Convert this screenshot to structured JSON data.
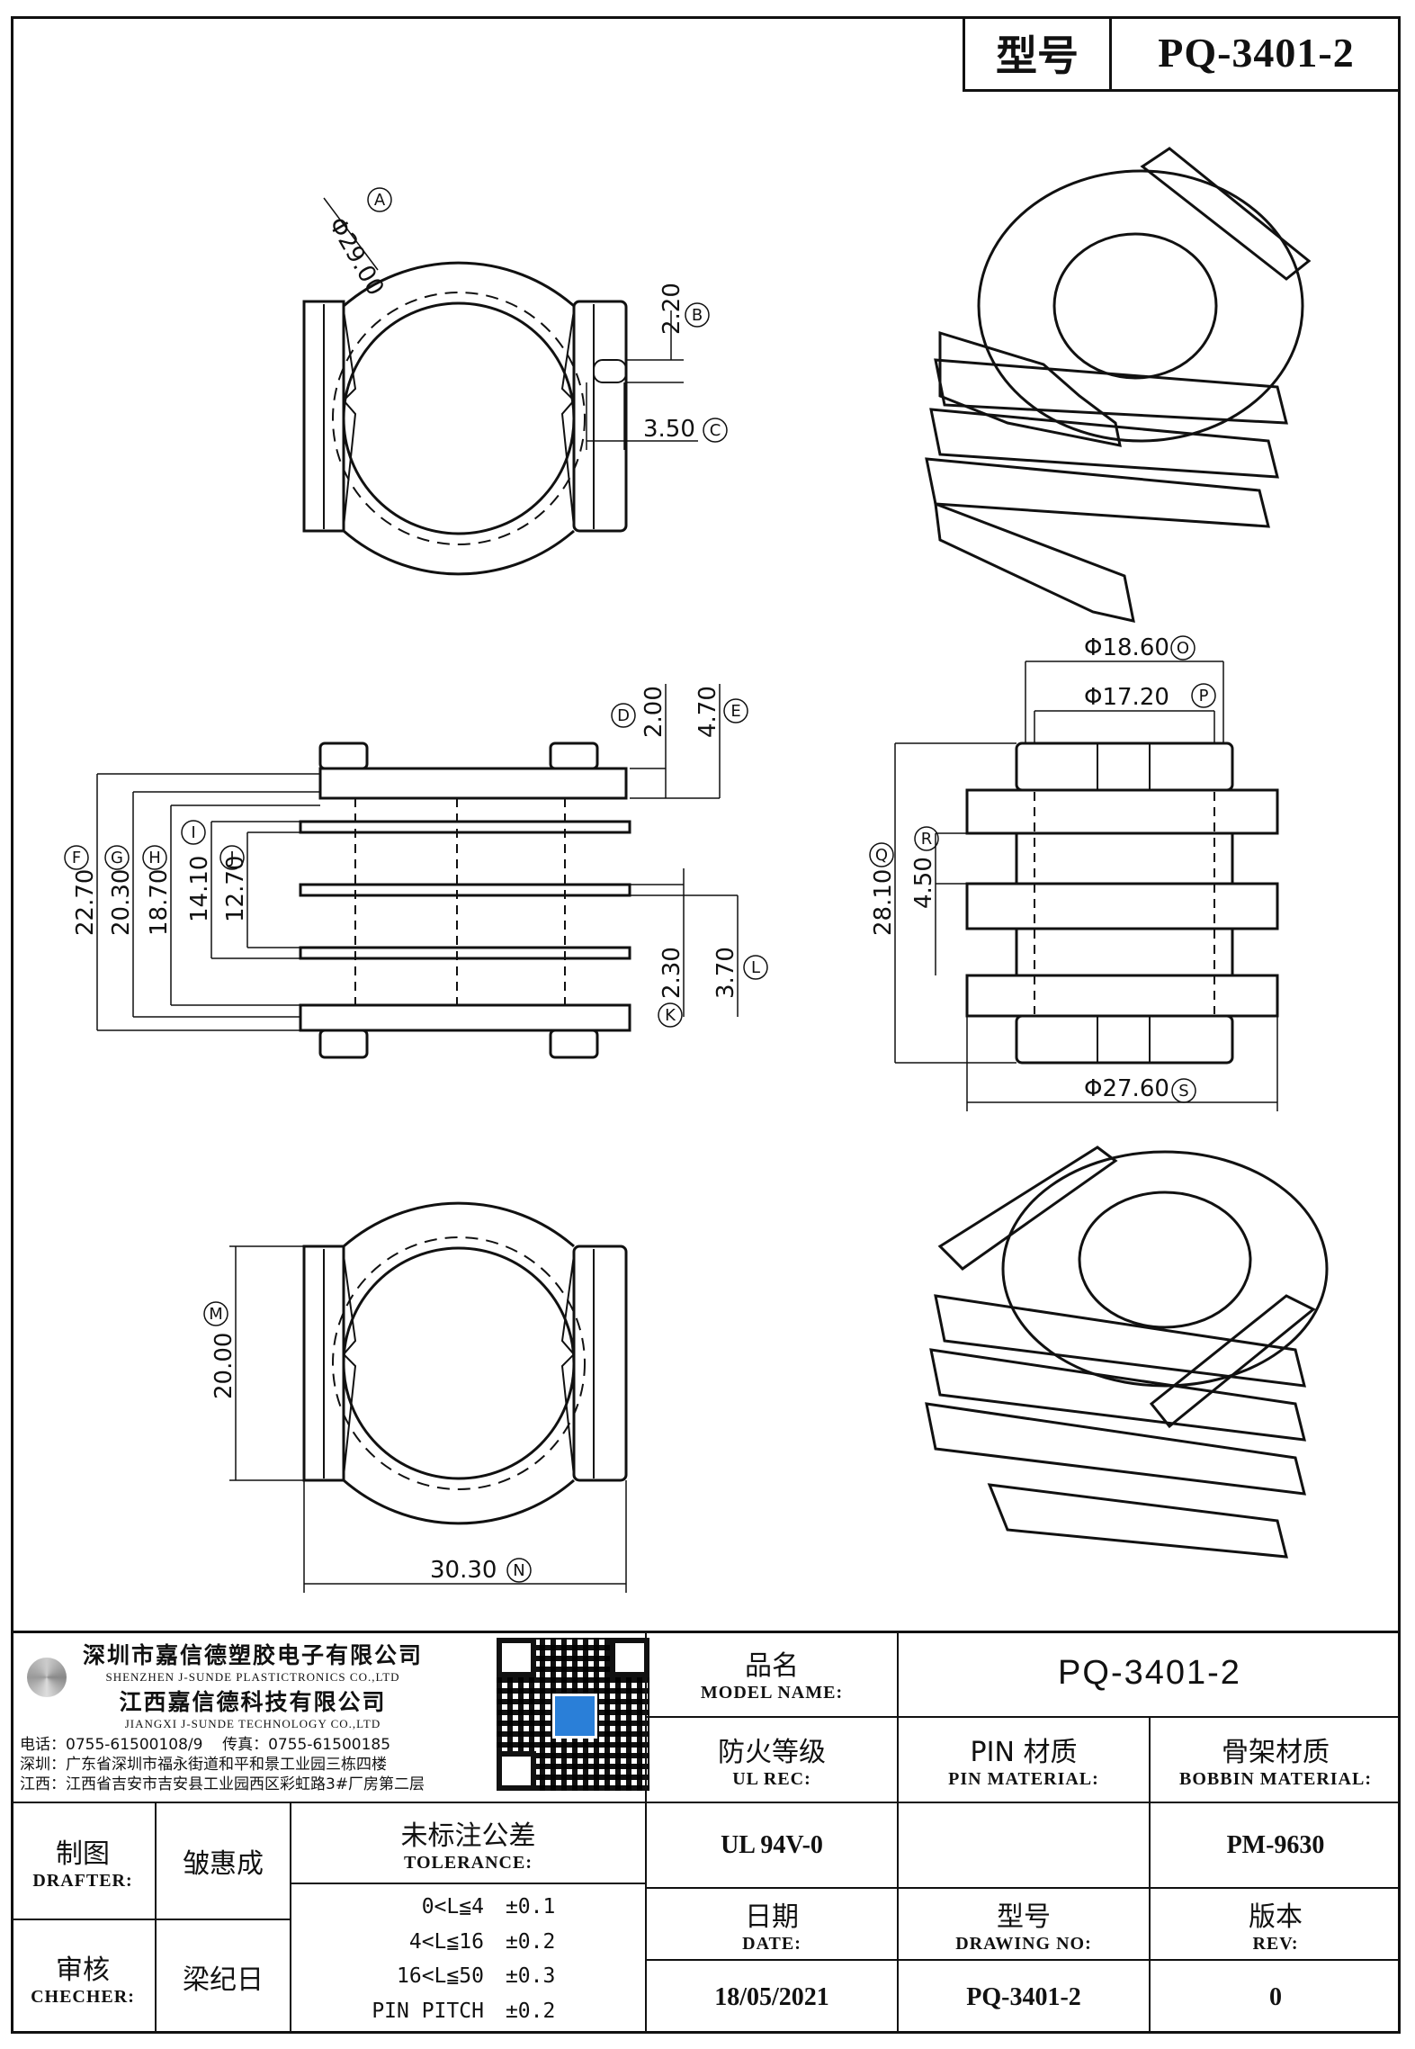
{
  "header": {
    "model_label": "型号",
    "model_value": "PQ-3401-2"
  },
  "dimensions": {
    "A": "Φ29.00",
    "B": "2.20",
    "C": "3.50",
    "D": "2.00",
    "E": "4.70",
    "F": "22.70",
    "G": "20.30",
    "H": "18.70",
    "I": "14.10",
    "J": "12.70",
    "K": "2.30",
    "L": "3.70",
    "M": "20.00",
    "N": "30.30",
    "O": "Φ18.60",
    "P": "Φ17.20",
    "Q": "28.10",
    "R": "4.50",
    "S": "Φ27.60"
  },
  "markers": {
    "A": "A",
    "B": "B",
    "C": "C",
    "D": "D",
    "E": "E",
    "F": "F",
    "G": "G",
    "H": "H",
    "I": "I",
    "J": "J",
    "K": "K",
    "L": "L",
    "M": "M",
    "N": "N",
    "O": "O",
    "P": "P",
    "Q": "Q",
    "R": "R",
    "S": "S"
  },
  "company": {
    "name_sz": "深圳市嘉信德塑胶电子有限公司",
    "name_sz_en": "SHENZHEN J-SUNDE PLASTICTRONICS CO.,LTD",
    "name_jx": "江西嘉信德科技有限公司",
    "name_jx_en": "JIANGXI J-SUNDE TECHNOLOGY CO.,LTD",
    "phone": "电话：0755-61500108/9",
    "fax": "传真：0755-61500185",
    "addr_sz": "深圳：广东省深圳市福永街道和平和景工业园三栋四楼",
    "addr_jx": "江西：江西省吉安市吉安县工业园西区彩虹路3#厂房第二层"
  },
  "title_block": {
    "model_name_cn": "品名",
    "model_name_en": "MODEL NAME:",
    "model_name_val": "PQ-3401-2",
    "ul_cn": "防火等级",
    "ul_en": "UL REC:",
    "ul_val": "UL 94V-0",
    "pin_cn": "PIN 材质",
    "pin_en": "PIN MATERIAL:",
    "pin_val": "",
    "bobbin_cn": "骨架材质",
    "bobbin_en": "BOBBIN MATERIAL:",
    "bobbin_val": "PM-9630",
    "date_cn": "日期",
    "date_en": "DATE:",
    "date_val": "18/05/2021",
    "dwg_cn": "型号",
    "dwg_en": "DRAWING NO:",
    "dwg_val": "PQ-3401-2",
    "rev_cn": "版本",
    "rev_en": "REV:",
    "rev_val": "0",
    "drafter_cn": "制图",
    "drafter_en": "DRAFTER:",
    "drafter_val": "皱惠成",
    "checker_cn": "审核",
    "checker_en": "CHECHER:",
    "checker_val": "梁纪日",
    "tol_cn": "未标注公差",
    "tol_en": "TOLERANCE:",
    "tolerances": [
      {
        "range": "0<L≦4",
        "value": "±0.1"
      },
      {
        "range": "4<L≦16",
        "value": "±0.2"
      },
      {
        "range": "16<L≦50",
        "value": "±0.3"
      },
      {
        "range": "PIN PITCH",
        "value": "±0.2"
      }
    ]
  }
}
